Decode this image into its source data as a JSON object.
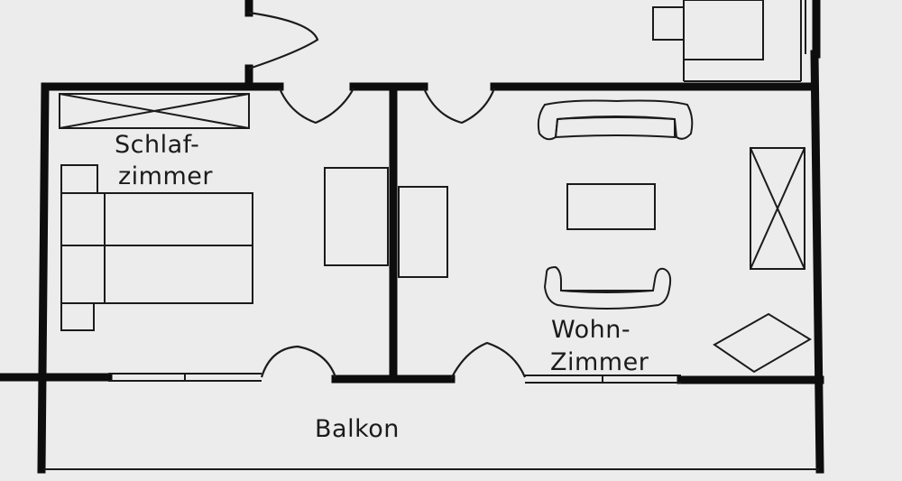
{
  "rooms": {
    "schlafzimmer": {
      "line1": "Schlaf-",
      "line2": "zimmer"
    },
    "wohnzimmer": {
      "line1": "Wohn-",
      "line2": "Zimmer"
    },
    "balkon": {
      "label": "Balkon"
    }
  },
  "colors": {
    "paper": "#ececec",
    "wall": "#0d0d0d",
    "line": "#1b1b1b"
  }
}
